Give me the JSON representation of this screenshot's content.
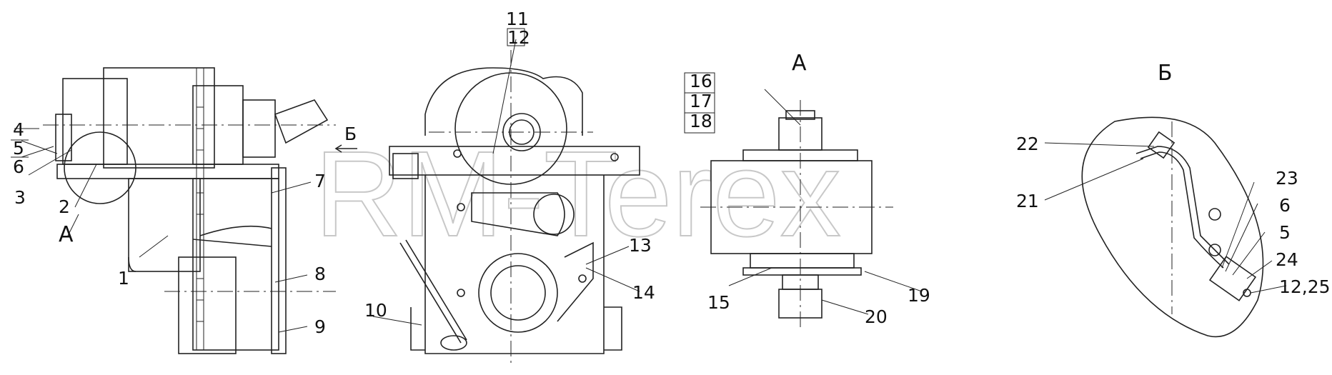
{
  "watermark": "RM-Terex",
  "views": {
    "a": "А",
    "b": "Б"
  },
  "section_marks": {
    "b_arrow": "Б",
    "a_circle": "А"
  },
  "callouts": {
    "c1": "1",
    "c2": "2",
    "c3": "3",
    "c4": "4",
    "c5": "5",
    "c6": "6",
    "c7": "7",
    "c8": "8",
    "c9": "9",
    "c10": "10",
    "c11": "11",
    "c12": "12",
    "c13": "13",
    "c14": "14",
    "c15": "15",
    "c16": "16",
    "c17": "17",
    "c18": "18",
    "c19": "19",
    "c20": "20",
    "c21": "21",
    "c22": "22",
    "c23": "23",
    "c6b": "6",
    "c5b": "5",
    "c24": "24",
    "c1225": "12,25"
  }
}
